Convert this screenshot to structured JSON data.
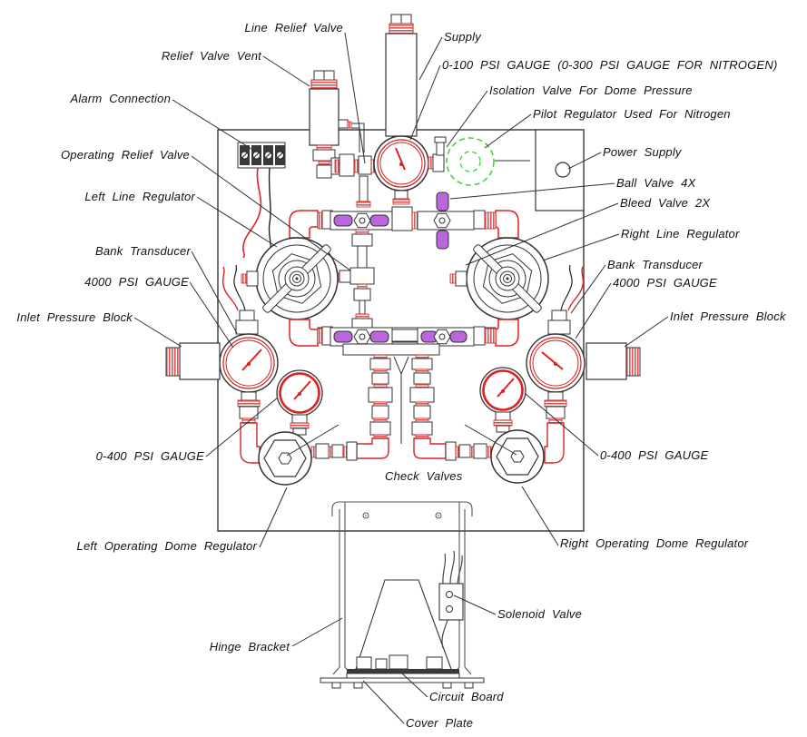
{
  "diagram": {
    "kind": "technical-schematic",
    "subject": "Gas manifold pressure control panel assembly drawing"
  },
  "colors": {
    "line": "#333333",
    "accent_red": "#cc2222",
    "valve_purple": "#bb66dd",
    "pilot_green": "#3dd43d",
    "label_text": "#111111",
    "background": "#ffffff"
  },
  "callouts": {
    "line_relief_valve": "Line Relief Valve",
    "relief_valve_vent": "Relief Valve Vent",
    "alarm_connection": "Alarm Connection",
    "operating_relief_valve": "Operating Relief Valve",
    "left_line_regulator": "Left Line Regulator",
    "bank_transducer_left": "Bank Transducer",
    "gauge_4000_left": "4000 PSI GAUGE",
    "inlet_pressure_block_left": "Inlet Pressure Block",
    "gauge_0_400_left": "0-400 PSI GAUGE",
    "left_operating_dome_regulator": "Left Operating Dome Regulator",
    "hinge_bracket": "Hinge Bracket",
    "supply": "Supply",
    "gauge_0_100": "0-100 PSI GAUGE (0-300 PSI GAUGE FOR NITROGEN)",
    "isolation_valve": "Isolation Valve For Dome Pressure",
    "pilot_regulator": "Pilot Regulator Used For Nitrogen",
    "power_supply": "Power Supply",
    "ball_valve": "Ball Valve 4X",
    "bleed_valve": "Bleed Valve 2X",
    "right_line_regulator": "Right Line Regulator",
    "bank_transducer_right": "Bank Transducer",
    "gauge_4000_right": "4000 PSI GAUGE",
    "inlet_pressure_block_right": "Inlet Pressure Block",
    "gauge_0_400_right": "0-400 PSI GAUGE",
    "right_operating_dome_regulator": "Right Operating Dome Regulator",
    "solenoid_valve": "Solenoid Valve",
    "circuit_board": "Circuit Board",
    "cover_plate": "Cover Plate",
    "check_valves": "Check Valves"
  }
}
